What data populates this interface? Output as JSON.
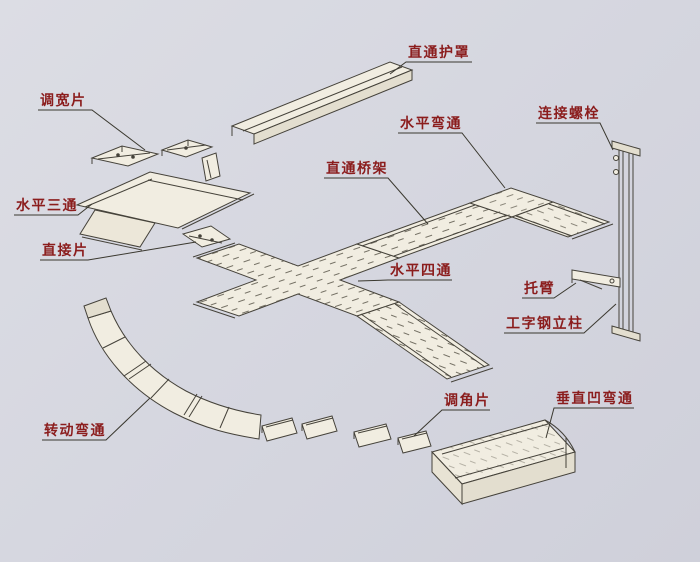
{
  "theme": {
    "background": "#d6d7e0",
    "line_color": "#45423a",
    "label_color": "#8b1d1d",
    "surface_color": "#f1ede1",
    "surface_shaded_color": "#e3decf",
    "hatch_color": "#5e5a4e"
  },
  "labels": [
    {
      "id": "straight-cover",
      "text": "直通护罩"
    },
    {
      "id": "width-adjust-piece",
      "text": "调宽片"
    },
    {
      "id": "horizontal-bend",
      "text": "水平弯通"
    },
    {
      "id": "connecting-bolt",
      "text": "连接螺栓"
    },
    {
      "id": "straight-tray",
      "text": "直通桥架"
    },
    {
      "id": "horizontal-tee",
      "text": "水平三通"
    },
    {
      "id": "direct-piece",
      "text": "直接片"
    },
    {
      "id": "horizontal-cross",
      "text": "水平四通"
    },
    {
      "id": "bracket-arm",
      "text": "托臂"
    },
    {
      "id": "i-beam-column",
      "text": "工字钢立柱"
    },
    {
      "id": "angle-adjust-piece",
      "text": "调角片"
    },
    {
      "id": "vertical-concave-bend",
      "text": "垂直凹弯通"
    },
    {
      "id": "rotating-bend",
      "text": "转动弯通"
    }
  ]
}
